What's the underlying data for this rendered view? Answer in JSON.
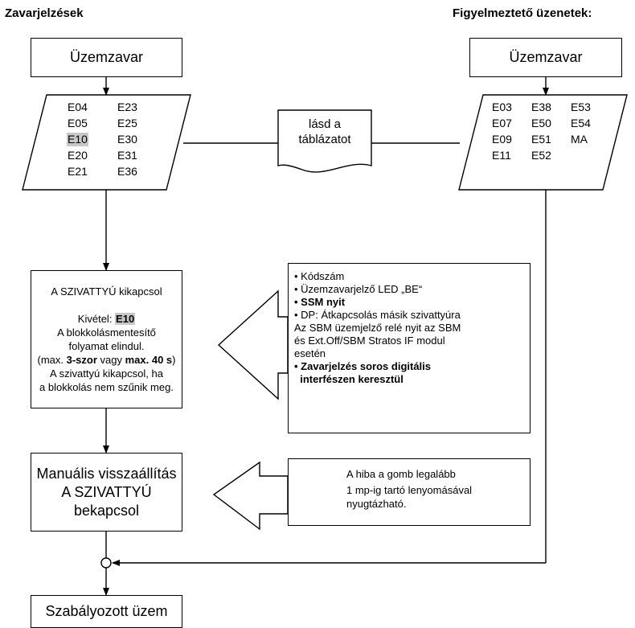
{
  "headings": {
    "left": "Zavarjelzések",
    "right": "Figyelmeztető üzenetek:"
  },
  "left": {
    "top_box": "Üzemzavar",
    "codes": [
      "E04",
      "E05",
      "E10",
      "E20",
      "E21",
      "E23",
      "E25",
      "E30",
      "E31",
      "E36"
    ],
    "pump_box": {
      "line1": "A SZIVATTYÚ kikapcsol",
      "exception_prefix": "Kivétel: ",
      "exception_code": "E10",
      "line3": "A blokkolásmentesítő",
      "line4": "folyamat elindul.",
      "line5_prefix": "(max. ",
      "line5_bold1": "3-szor",
      "line5_mid": " vagy ",
      "line5_bold2": "max. 40 s",
      "line5_suffix": ")",
      "line6": "A szivattyú kikapcsol, ha",
      "line7": "a blokkolás nem szűnik meg."
    },
    "manual_box": {
      "line1": "Manuális visszaállítás",
      "line2": "A SZIVATTYÚ",
      "line3": "bekapcsol"
    },
    "final_box": "Szabályozott üzem"
  },
  "center": {
    "document_line1": "lásd a",
    "document_line2": "táblázatot"
  },
  "right": {
    "top_box": "Üzemzavar",
    "codes": [
      "E03",
      "E07",
      "E09",
      "E11",
      "E38",
      "E50",
      "E51",
      "E52",
      "E53",
      "E54",
      "MA"
    ]
  },
  "info_box": {
    "items": [
      "• Kódszám",
      "• Üzemzavarjelző LED „BE“",
      "• SSM nyit",
      "• DP: Átkapcsolás másik szivattyúra",
      "Az SBM üzemjelző relé nyit az SBM",
      "és Ext.Off/SBM Stratos IF modul",
      "esetén",
      "• Zavarjelzés soros digitális",
      "  interfészen keresztül"
    ]
  },
  "button_note": {
    "line1": "A hiba a gomb legalább",
    "line2": "1 mp-ig tartó lenyomásával",
    "line3": "nyugtázható."
  }
}
